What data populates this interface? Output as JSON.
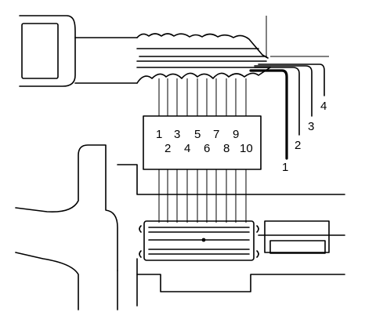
{
  "figure": {
    "cut_positions": [
      "1",
      "2",
      "3",
      "4",
      "5",
      "6",
      "7",
      "8",
      "9",
      "10"
    ],
    "track_labels": [
      "1",
      "2",
      "3",
      "4"
    ]
  },
  "colors": {
    "line": "#000000",
    "background": "#ffffff"
  }
}
